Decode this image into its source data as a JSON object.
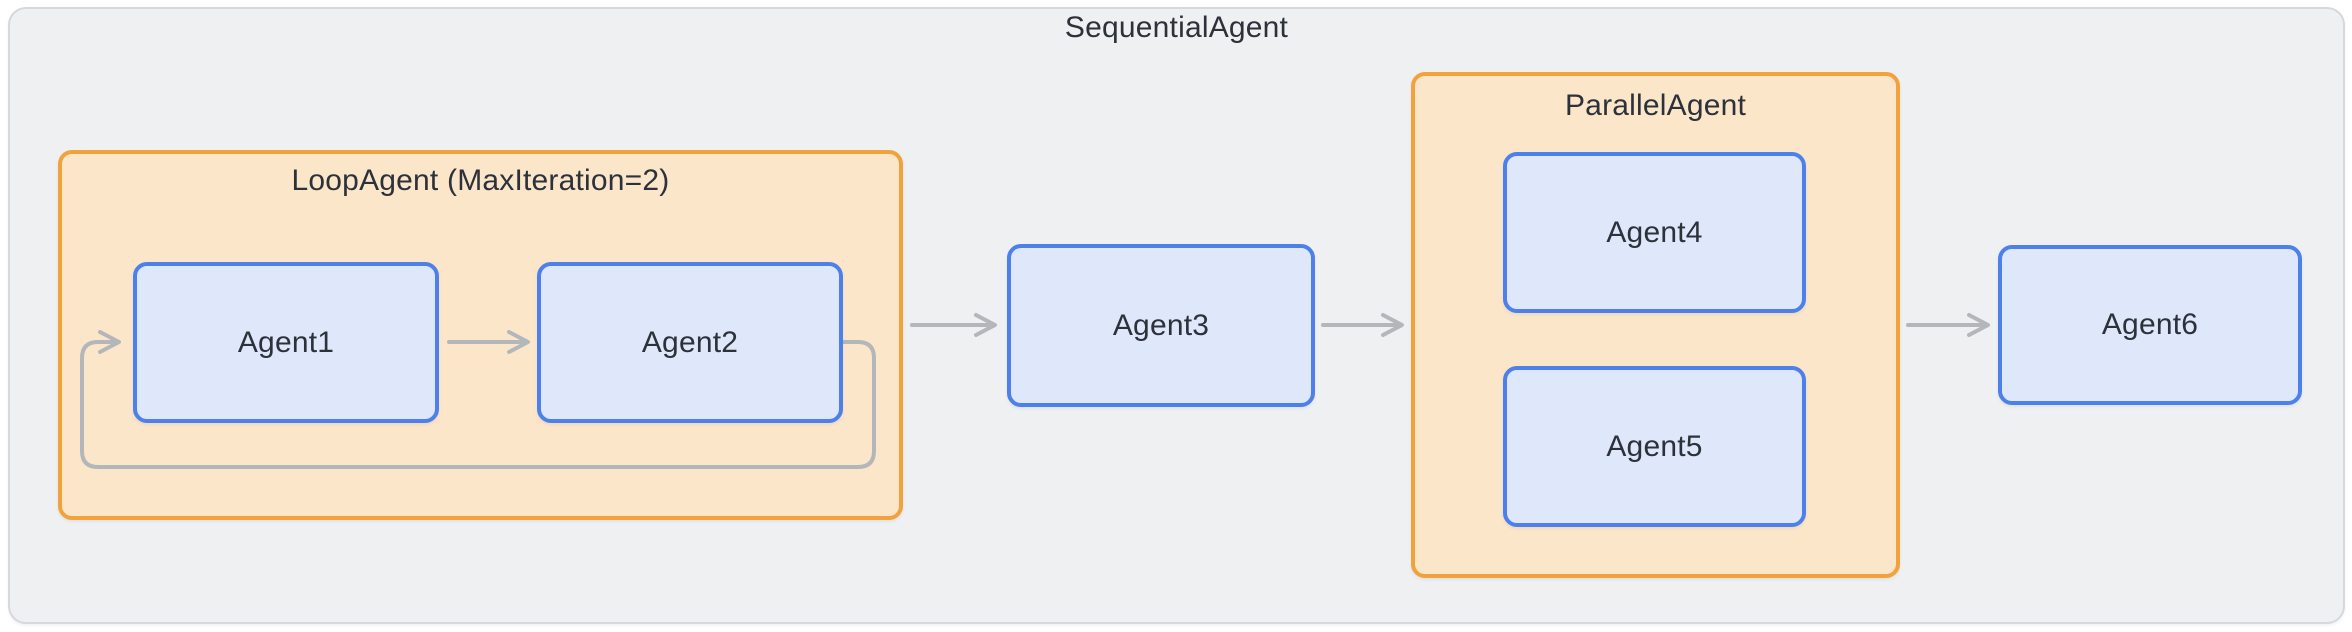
{
  "colors": {
    "page-bg": "#ffffff",
    "panel-bg": "#eef0f2",
    "panel-border": "#d5d8dc",
    "group-bg": "#fbe6ca",
    "group-border": "#f1a23d",
    "node-bg": "#dfe8fb",
    "node-border": "#4d80ea",
    "arrow": "#b4b7ba",
    "text": "#2c313a"
  },
  "diagram": {
    "title": "SequentialAgent",
    "groups": {
      "loop": {
        "label": "LoopAgent (MaxIteration=2)"
      },
      "parallel": {
        "label": "ParallelAgent"
      }
    },
    "nodes": {
      "agent1": {
        "label": "Agent1"
      },
      "agent2": {
        "label": "Agent2"
      },
      "agent3": {
        "label": "Agent3"
      },
      "agent4": {
        "label": "Agent4"
      },
      "agent5": {
        "label": "Agent5"
      },
      "agent6": {
        "label": "Agent6"
      }
    }
  }
}
